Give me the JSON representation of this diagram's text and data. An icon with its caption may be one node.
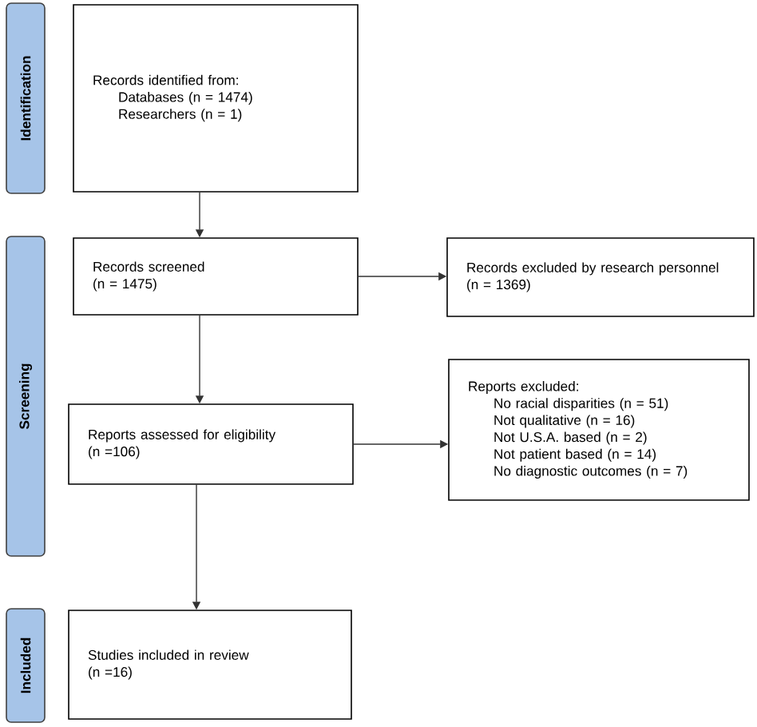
{
  "diagram": {
    "nodes": [
      {
        "text": [
          "Identification"
        ]
      },
      {
        "text": [
          "Screening"
        ]
      },
      {
        "text": [
          "Included"
        ]
      },
      {
        "text": [
          "Records identified from:",
          "Databases (n = 1474)",
          "Researchers (n = 1)"
        ]
      },
      {
        "text": [
          "Records screened",
          "(n = 1475)"
        ]
      },
      {
        "text": [
          "Records excluded by research personnel",
          "(n = 1369)"
        ]
      },
      {
        "text": [
          "Reports assessed for eligibility",
          "(n =106)"
        ]
      },
      {
        "text": [
          "Reports excluded:",
          "No racial disparities (n = 51)",
          "Not qualitative (n = 16)",
          "Not U.S.A. based (n = 2)",
          "Not patient based (n = 14)",
          "No diagnostic outcomes (n = 7)"
        ]
      },
      {
        "text": [
          "Studies included in review",
          "(n =16)"
        ]
      }
    ],
    "edges": [
      {
        "from": 3,
        "to": 4,
        "arrow": "to"
      },
      {
        "from": 4,
        "to": 5,
        "arrow": "to"
      },
      {
        "from": 4,
        "to": 6,
        "arrow": "to"
      },
      {
        "from": 6,
        "to": 7,
        "arrow": "to"
      },
      {
        "from": 6,
        "to": 8,
        "arrow": "to"
      }
    ]
  }
}
